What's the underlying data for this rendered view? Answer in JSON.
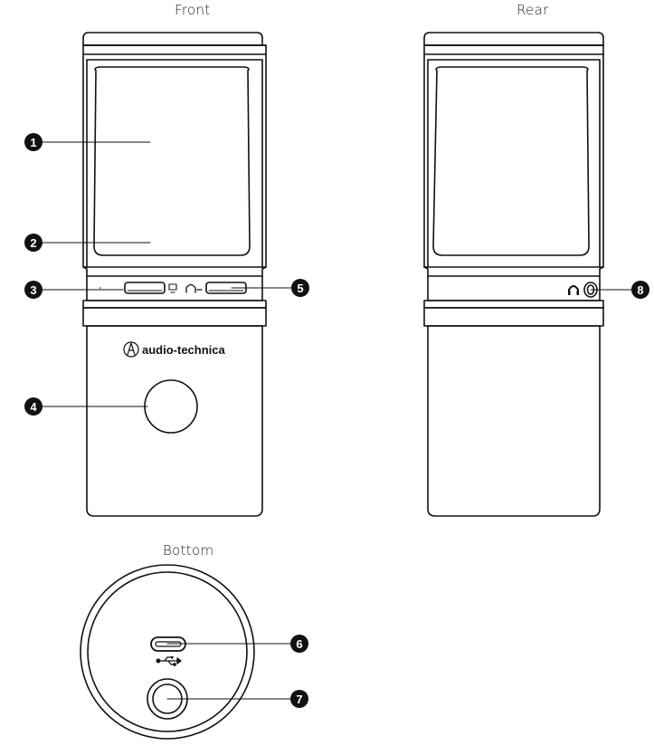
{
  "views": {
    "front": "Front",
    "rear": "Rear",
    "bottom": "Bottom"
  },
  "brand": {
    "logo_text": "audio-technica"
  },
  "callouts": [
    {
      "number": "1"
    },
    {
      "number": "2"
    },
    {
      "number": "3"
    },
    {
      "number": "4"
    },
    {
      "number": "5"
    },
    {
      "number": "6"
    },
    {
      "number": "7"
    },
    {
      "number": "8"
    }
  ],
  "icons": {
    "computer": "computer-icon",
    "headphone": "headphone-icon",
    "usb": "usb-icon"
  },
  "colors": {
    "line": "#111111",
    "callout_fill": "#111111",
    "callout_text": "#ffffff",
    "background": "#ffffff"
  }
}
